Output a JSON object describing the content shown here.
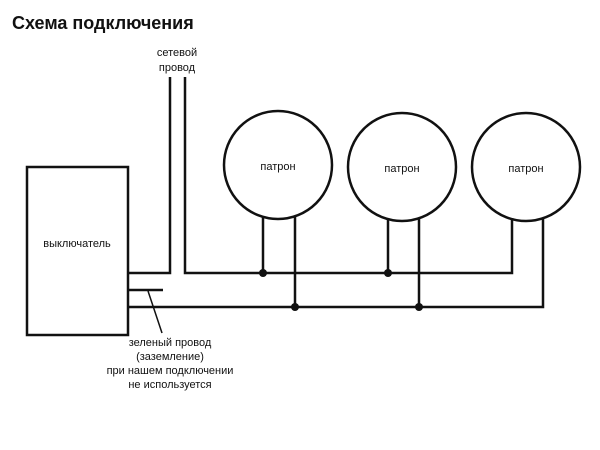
{
  "title": "Схема подключения",
  "labels": {
    "mains_wire": [
      "сетевой",
      "провод"
    ],
    "switch": "выключатель",
    "sockets": [
      "патрон",
      "патрон",
      "патрон"
    ],
    "ground_note": [
      "зеленый провод",
      "(заземление)",
      "при нашем подключении",
      "не используется"
    ]
  }
}
